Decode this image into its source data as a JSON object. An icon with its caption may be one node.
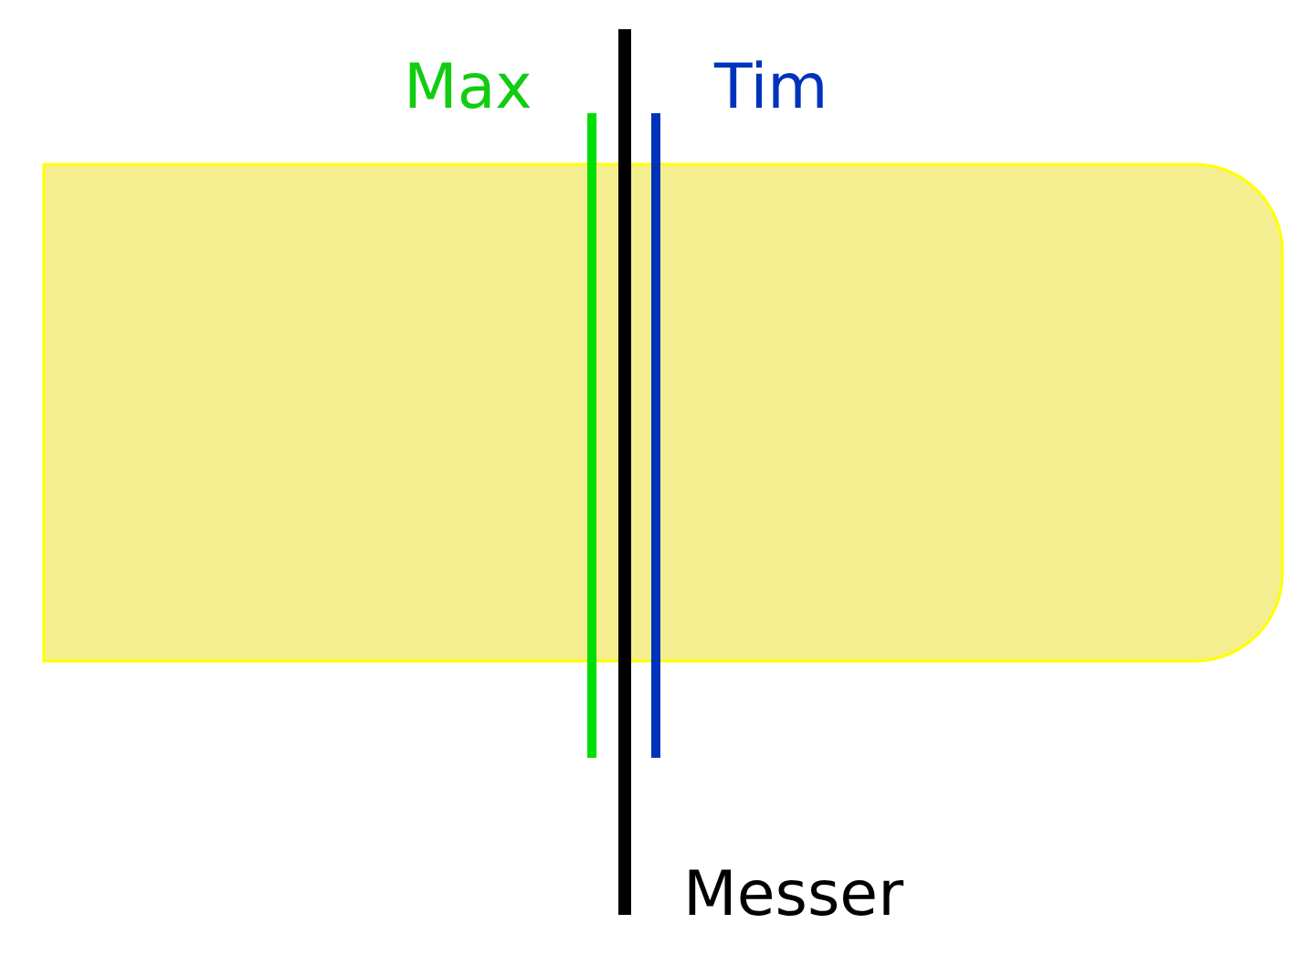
{
  "diagram": {
    "labels": [
      "Max",
      "Tim",
      "Messer"
    ]
  }
}
